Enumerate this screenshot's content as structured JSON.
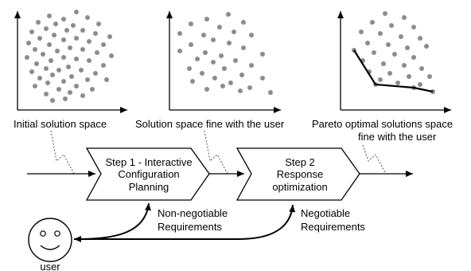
{
  "plots": [
    {
      "caption": "Initial solution space"
    },
    {
      "caption": "Solution space fine with the user"
    },
    {
      "caption_line1": "Pareto optimal solutions space",
      "caption_line2": "fine with the user"
    }
  ],
  "steps": [
    {
      "lines": [
        "Step 1 - Interactive",
        "Configuration",
        "Planning"
      ]
    },
    {
      "lines": [
        "Step 2",
        "Response",
        "optimization"
      ]
    }
  ],
  "requirements": {
    "non_negotiable": [
      "Non-negotiable",
      "Requirements"
    ],
    "negotiable": [
      "Negotiable",
      "Requirements"
    ]
  },
  "user_label": "user",
  "colors": {
    "point": "#8c8c8c",
    "line": "#000000",
    "background": "#ffffff"
  }
}
